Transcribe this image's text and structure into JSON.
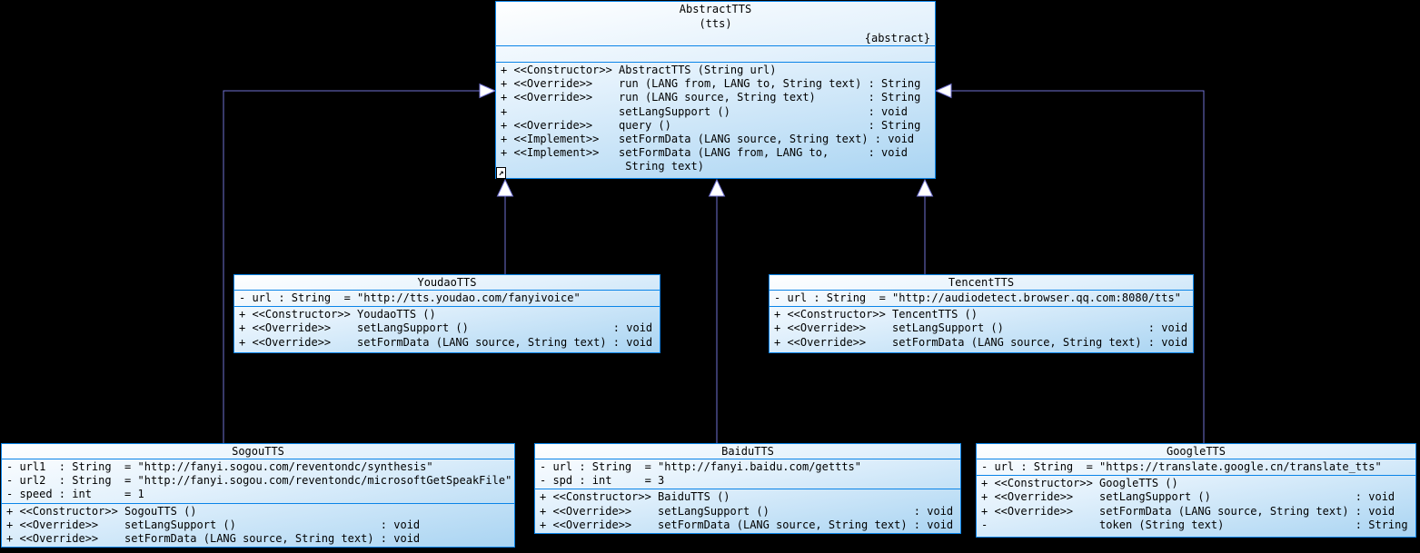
{
  "diagram": {
    "colors": {
      "background": "#000000",
      "box_border": "#0a84e8",
      "box_fill_top": "#ffffff",
      "box_fill_bottom": "#a9d4f2",
      "connector": "#7172d2",
      "arrow_fill": "#ffffff",
      "text": "#000000"
    }
  },
  "icons": {
    "sub_diagram": "↗"
  },
  "classes": [
    {
      "id": "abstract-tts",
      "title": "AbstractTTS",
      "subtitle": "(tts)",
      "tag": "{abstract}",
      "attributes": [],
      "methods": [
        "+ <<Constructor>> AbstractTTS (String url)",
        "+ <<Override>>    run (LANG from, LANG to, String text) : String",
        "+ <<Override>>    run (LANG source, String text)        : String",
        "+                 setLangSupport ()                     : void",
        "+ <<Override>>    query ()                              : String",
        "+ <<Implement>>   setFormData (LANG source, String text) : void",
        "+ <<Implement>>   setFormData (LANG from, LANG to,      : void",
        "                   String text)"
      ]
    },
    {
      "id": "youdao-tts",
      "title": "YoudaoTTS",
      "attributes": [
        "- url : String  = \"http://tts.youdao.com/fanyivoice\""
      ],
      "methods": [
        "+ <<Constructor>> YoudaoTTS ()",
        "+ <<Override>>    setLangSupport ()                      : void",
        "+ <<Override>>    setFormData (LANG source, String text) : void"
      ]
    },
    {
      "id": "tencent-tts",
      "title": "TencentTTS",
      "attributes": [
        "- url : String  = \"http://audiodetect.browser.qq.com:8080/tts\""
      ],
      "methods": [
        "+ <<Constructor>> TencentTTS ()",
        "+ <<Override>>    setLangSupport ()                      : void",
        "+ <<Override>>    setFormData (LANG source, String text) : void"
      ]
    },
    {
      "id": "sogou-tts",
      "title": "SogouTTS",
      "attributes": [
        "- url1  : String  = \"http://fanyi.sogou.com/reventondc/synthesis\"",
        "- url2  : String  = \"http://fanyi.sogou.com/reventondc/microsoftGetSpeakFile\"",
        "- speed : int     = 1"
      ],
      "methods": [
        "+ <<Constructor>> SogouTTS ()",
        "+ <<Override>>    setLangSupport ()                      : void",
        "+ <<Override>>    setFormData (LANG source, String text) : void"
      ]
    },
    {
      "id": "baidu-tts",
      "title": "BaiduTTS",
      "attributes": [
        "- url : String  = \"http://fanyi.baidu.com/gettts\"",
        "- spd : int     = 3"
      ],
      "methods": [
        "+ <<Constructor>> BaiduTTS ()",
        "+ <<Override>>    setLangSupport ()                      : void",
        "+ <<Override>>    setFormData (LANG source, String text) : void"
      ]
    },
    {
      "id": "google-tts",
      "title": "GoogleTTS",
      "attributes": [
        "- url : String  = \"https://translate.google.cn/translate_tts\""
      ],
      "methods": [
        "+ <<Constructor>> GoogleTTS ()",
        "+ <<Override>>    setLangSupport ()                      : void",
        "+ <<Override>>    setFormData (LANG source, String text) : void",
        "-                 token (String text)                    : String"
      ]
    }
  ],
  "relations": [
    {
      "from": "YoudaoTTS",
      "to": "AbstractTTS",
      "type": "generalization"
    },
    {
      "from": "TencentTTS",
      "to": "AbstractTTS",
      "type": "generalization"
    },
    {
      "from": "SogouTTS",
      "to": "AbstractTTS",
      "type": "generalization"
    },
    {
      "from": "BaiduTTS",
      "to": "AbstractTTS",
      "type": "generalization"
    },
    {
      "from": "GoogleTTS",
      "to": "AbstractTTS",
      "type": "generalization"
    }
  ]
}
